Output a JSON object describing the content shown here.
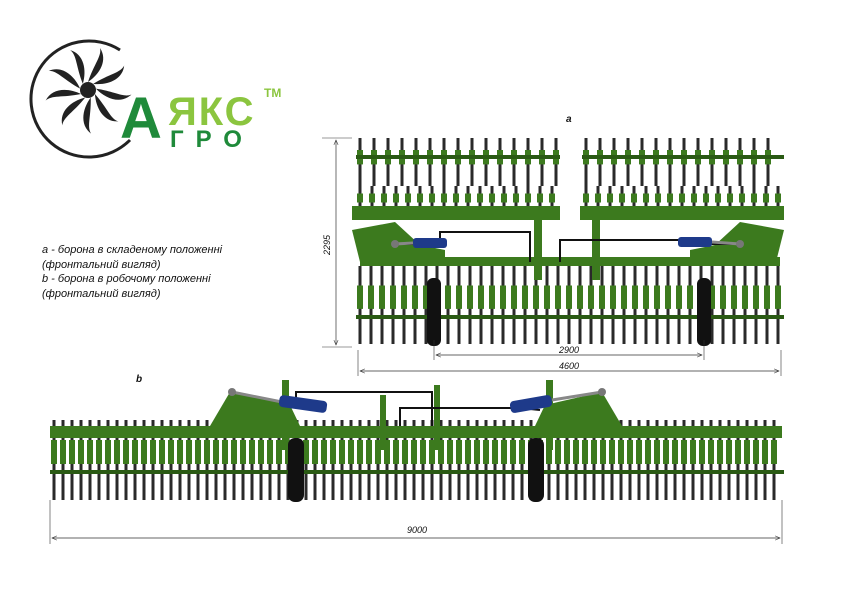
{
  "logo": {
    "big_letter": "А",
    "word_top": "ЯКС",
    "tm": "TM",
    "word_bottom": "ГРО"
  },
  "legend": {
    "line1": "a - борона в складеному положенні",
    "line2": "(фронтальний вигляд)",
    "line3": "b - борона в робочому положенні",
    "line4": "(фронтальний вигляд)"
  },
  "views": {
    "a_label": "a",
    "b_label": "b"
  },
  "dimensions": {
    "height_a": "2295",
    "inner_a": "2900",
    "width_a": "4600",
    "width_b": "9000"
  },
  "colors": {
    "frame": "#3c7a1e",
    "frame_dark": "#2a5a14",
    "hydraulic": "#1e3a8a",
    "tine": "#222222",
    "logo_dark": "#1f8a3a",
    "logo_light": "#8bc53f"
  }
}
